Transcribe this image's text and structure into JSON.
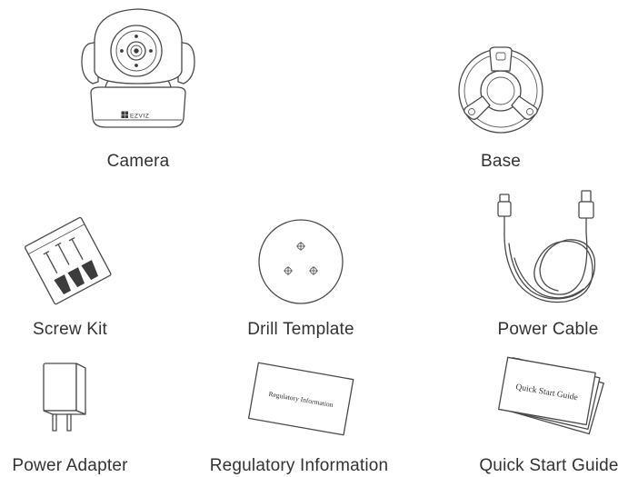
{
  "items": {
    "camera": {
      "label": "Camera",
      "logo_text": "EZVIZ"
    },
    "base": {
      "label": "Base"
    },
    "screw_kit": {
      "label": "Screw Kit"
    },
    "drill_template": {
      "label": "Drill Template"
    },
    "power_cable": {
      "label": "Power Cable"
    },
    "power_adapter": {
      "label": "Power Adapter"
    },
    "regulatory_information": {
      "label": "Regulatory Information",
      "card_text": "Regulatory Information"
    },
    "quick_start_guide": {
      "label": "Quick Start Guide",
      "card_text": "Quick Start Guide"
    }
  },
  "colors": {
    "line": "#4a4a4a",
    "text": "#333333",
    "background": "#ffffff"
  }
}
